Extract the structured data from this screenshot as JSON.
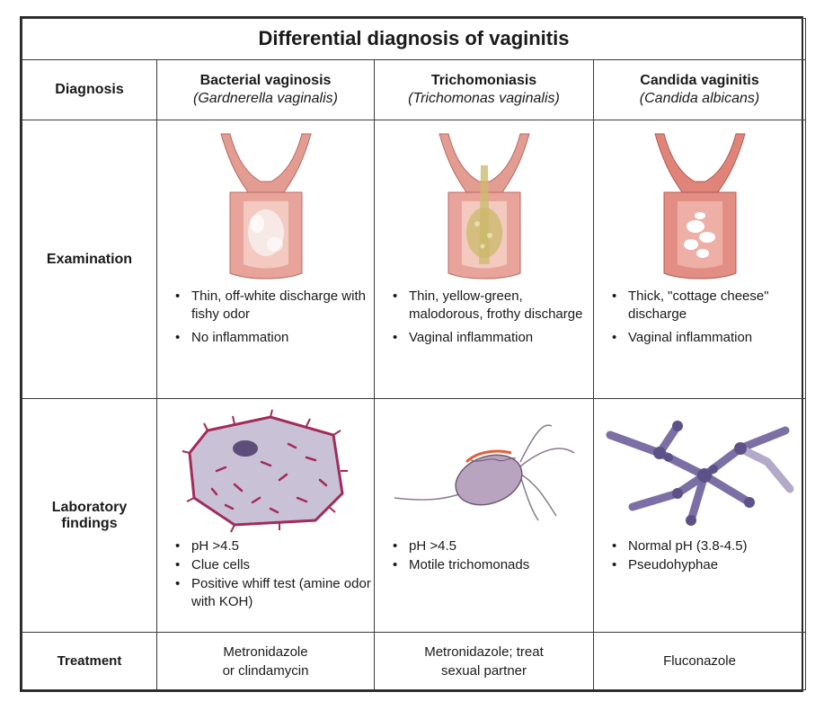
{
  "title": "Differential diagnosis of vaginitis",
  "row_labels": {
    "diagnosis": "Diagnosis",
    "examination": "Examination",
    "laboratory": "Laboratory findings",
    "treatment": "Treatment"
  },
  "columns": [
    {
      "name": "Bacterial vaginosis",
      "organism": "(Gardnerella vaginalis)",
      "examination": [
        "Thin, off-white discharge with fishy odor",
        "No inflammation"
      ],
      "laboratory": [
        "pH >4.5",
        "Clue cells",
        "Positive whiff test (amine odor with KOH)"
      ],
      "treatment": [
        "Metronidazole",
        "or clindamycin"
      ],
      "illustration_exam": "vaginal-canal-white-discharge",
      "illustration_lab": "clue-cell"
    },
    {
      "name": "Trichomoniasis",
      "organism": "(Trichomonas vaginalis)",
      "examination": [
        "Thin, yellow-green, malodorous, frothy discharge",
        "Vaginal inflammation"
      ],
      "laboratory": [
        "pH >4.5",
        "Motile trichomonads"
      ],
      "treatment": [
        "Metronidazole; treat",
        "sexual partner"
      ],
      "illustration_exam": "vaginal-canal-yellow-green-discharge",
      "illustration_lab": "trichomonad"
    },
    {
      "name": "Candida vaginitis",
      "organism": "(Candida albicans)",
      "examination": [
        "Thick, \"cottage cheese\" discharge",
        "Vaginal inflammation"
      ],
      "laboratory": [
        "Normal pH (3.8-4.5)",
        "Pseudohyphae"
      ],
      "treatment": [
        "Fluconazole"
      ],
      "illustration_exam": "vaginal-canal-cottage-cheese-discharge",
      "illustration_lab": "pseudohyphae"
    }
  ],
  "colors": {
    "tissue_pink": "#e8a49a",
    "tissue_inner": "#f3c9c0",
    "clue_cell_border": "#a22b5a",
    "trich_body": "#b8a4bf",
    "hyphae": "#7b6fa6"
  }
}
